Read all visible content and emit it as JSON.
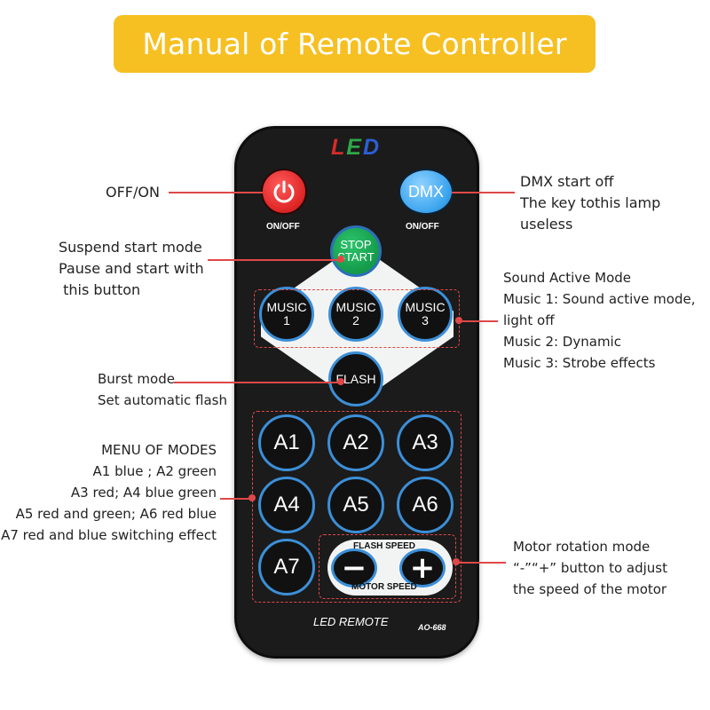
{
  "title": "Manual of Remote Controller",
  "remote": {
    "logo": {
      "l": "L",
      "e": "E",
      "d": "D"
    },
    "power_label": "ON/OFF",
    "dmx_text": "DMX",
    "dmx_label": "ON/OFF",
    "stop_start": {
      "line1": "STOP",
      "line2": "START"
    },
    "music_buttons": [
      {
        "line1": "MUSIC",
        "line2": "1"
      },
      {
        "line1": "MUSIC",
        "line2": "2"
      },
      {
        "line1": "MUSIC",
        "line2": "3"
      }
    ],
    "flash": "FLASH",
    "mode_buttons": [
      "A1",
      "A2",
      "A3",
      "A4",
      "A5",
      "A6",
      "A7"
    ],
    "flash_speed": "FLASH SPEED",
    "motor_speed": "MOTOR SPEED",
    "minus": "−",
    "plus": "+",
    "footer_brand": "LED REMOTE",
    "footer_model": "AO-668"
  },
  "annotations": {
    "off_on": "OFF/ON",
    "dmx": [
      "DMX start off",
      "The key tothis lamp",
      "useless"
    ],
    "suspend": [
      "Suspend start mode",
      "Pause and start with",
      " this button"
    ],
    "sound": [
      "Sound Active Mode",
      "Music 1: Sound active mode,",
      "light off",
      "Music 2: Dynamic",
      "Music 3: Strobe effects"
    ],
    "burst": [
      "Burst mode",
      "Set automatic flash"
    ],
    "menu": [
      "MENU OF MODES",
      "A1 blue ; A2 green",
      "A3 red; A4 blue green",
      "A5 red and green; A6 red blue",
      "A7 red and blue switching effect"
    ],
    "motor": [
      "Motor rotation mode",
      "“-”“+” button to adjust",
      "the speed of the motor"
    ]
  },
  "colors": {
    "title_bg": "#f6c022",
    "accent_line": "#e04848",
    "button_ring": "#3c8fd8"
  }
}
